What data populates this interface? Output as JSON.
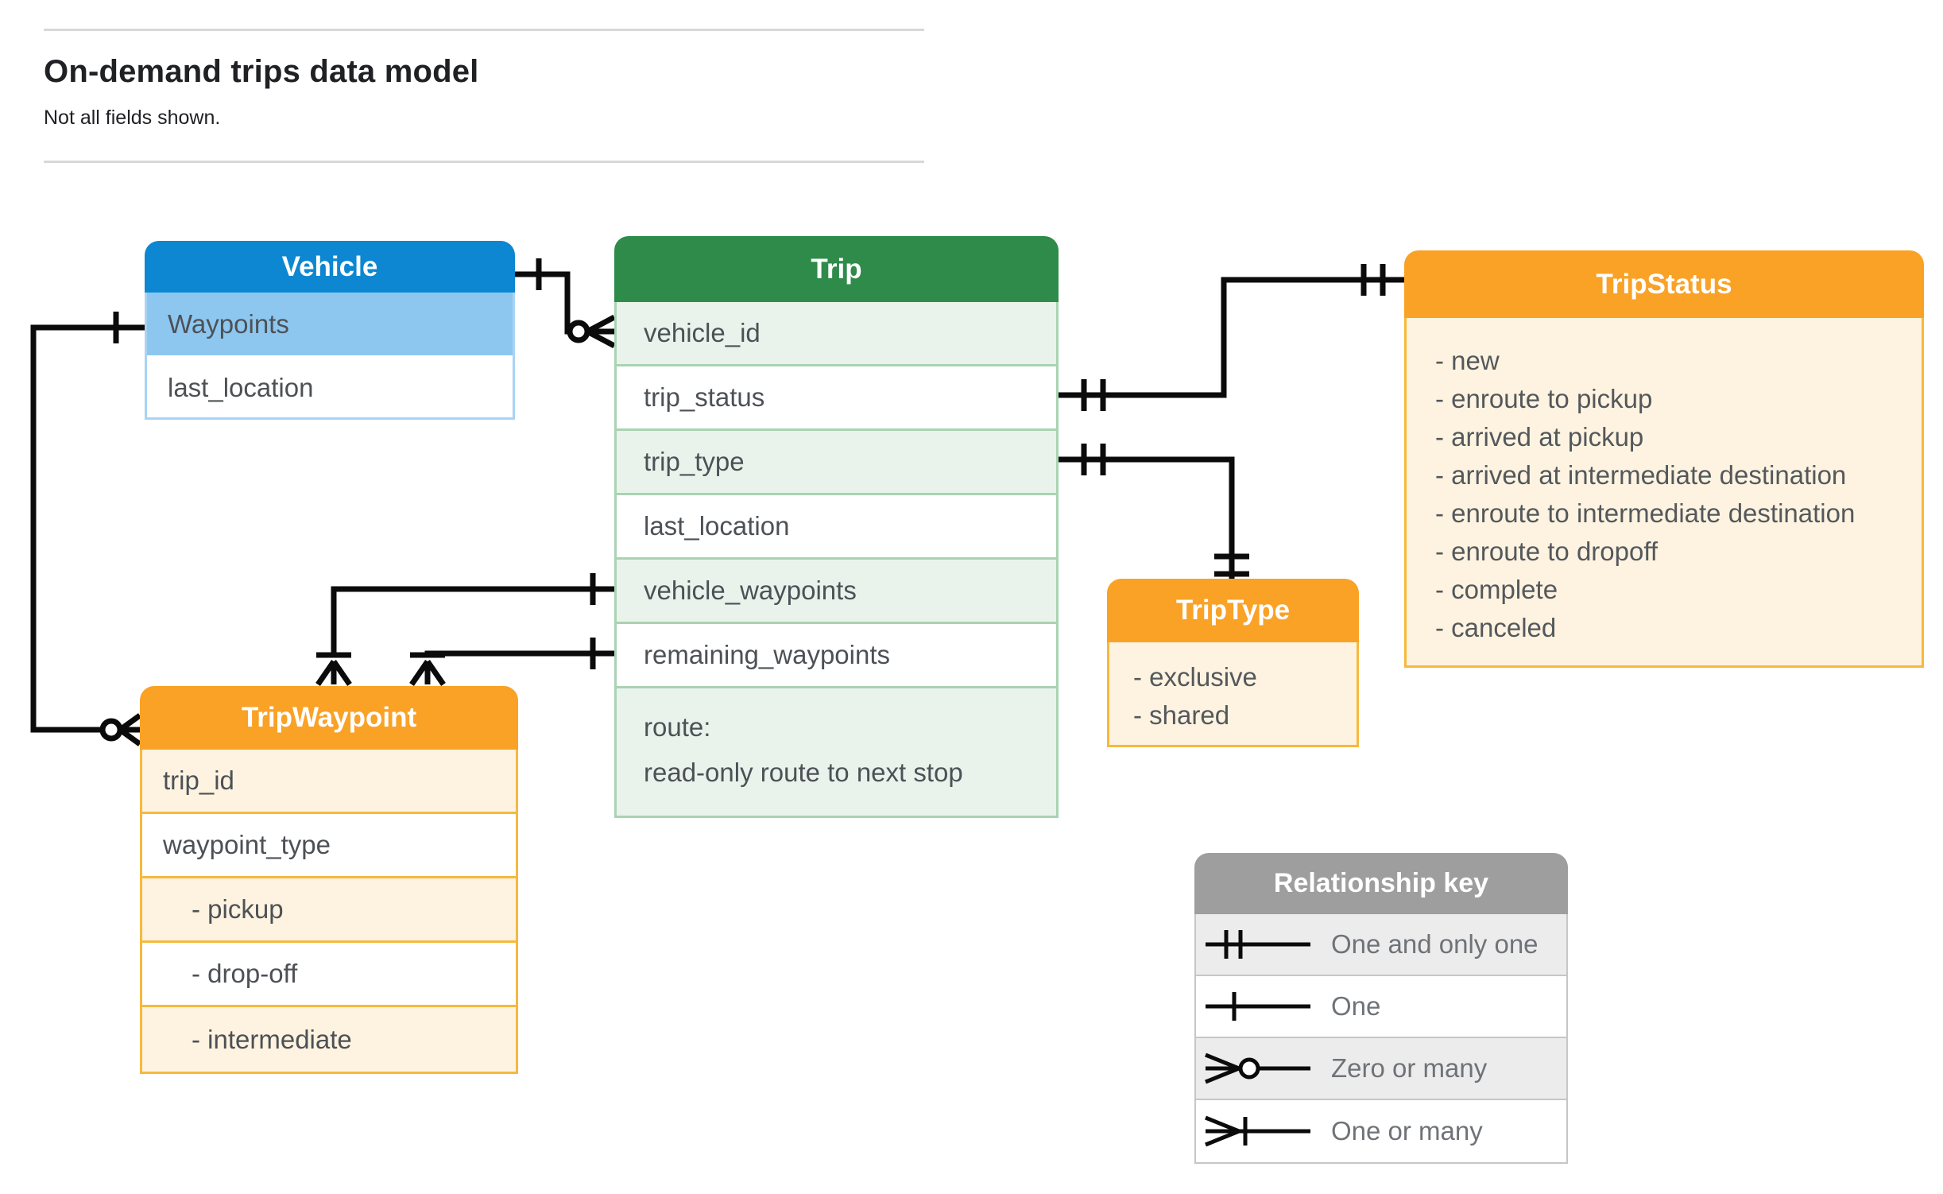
{
  "page": {
    "title": "On-demand trips data model",
    "subtitle": "Not all fields shown."
  },
  "entities": {
    "vehicle": {
      "title": "Vehicle",
      "fields": [
        "Waypoints",
        "last_location"
      ]
    },
    "trip": {
      "title": "Trip",
      "fields": [
        "vehicle_id",
        "trip_status",
        "trip_type",
        "last_location",
        "vehicle_waypoints",
        "remaining_waypoints"
      ],
      "route_label": "route:",
      "route_desc": "read-only route to next stop"
    },
    "trip_status": {
      "title": "TripStatus",
      "items": [
        "- new",
        "- enroute to pickup",
        "- arrived at pickup",
        "- arrived at intermediate destination",
        "- enroute to intermediate destination",
        "- enroute to dropoff",
        "- complete",
        "- canceled"
      ]
    },
    "trip_waypoint": {
      "title": "TripWaypoint",
      "fields": [
        "trip_id",
        "waypoint_type",
        "- pickup",
        "- drop-off",
        "- intermediate"
      ]
    },
    "trip_type": {
      "title": "TripType",
      "items": [
        "- exclusive",
        "- shared"
      ]
    }
  },
  "legend": {
    "title": "Relationship key",
    "rows": [
      {
        "icon": "one-and-only-one-icon",
        "label": "One and only one"
      },
      {
        "icon": "one-icon",
        "label": "One"
      },
      {
        "icon": "zero-or-many-icon",
        "label": "Zero or many"
      },
      {
        "icon": "one-or-many-icon",
        "label": "One or many"
      }
    ]
  },
  "colors": {
    "vehicle_header": "#0d87d1",
    "vehicle_highlight_row": "#8dc7f0",
    "trip_header": "#2e8b4a",
    "trip_row_tint": "#e9f3ec",
    "orange_header": "#f9a226",
    "orange_row_tint": "#fdf3e0",
    "orange_border": "#f6b93d",
    "legend_header": "#9e9e9e",
    "legend_row_tint": "#ececec",
    "connector": "#0b0b0b"
  }
}
